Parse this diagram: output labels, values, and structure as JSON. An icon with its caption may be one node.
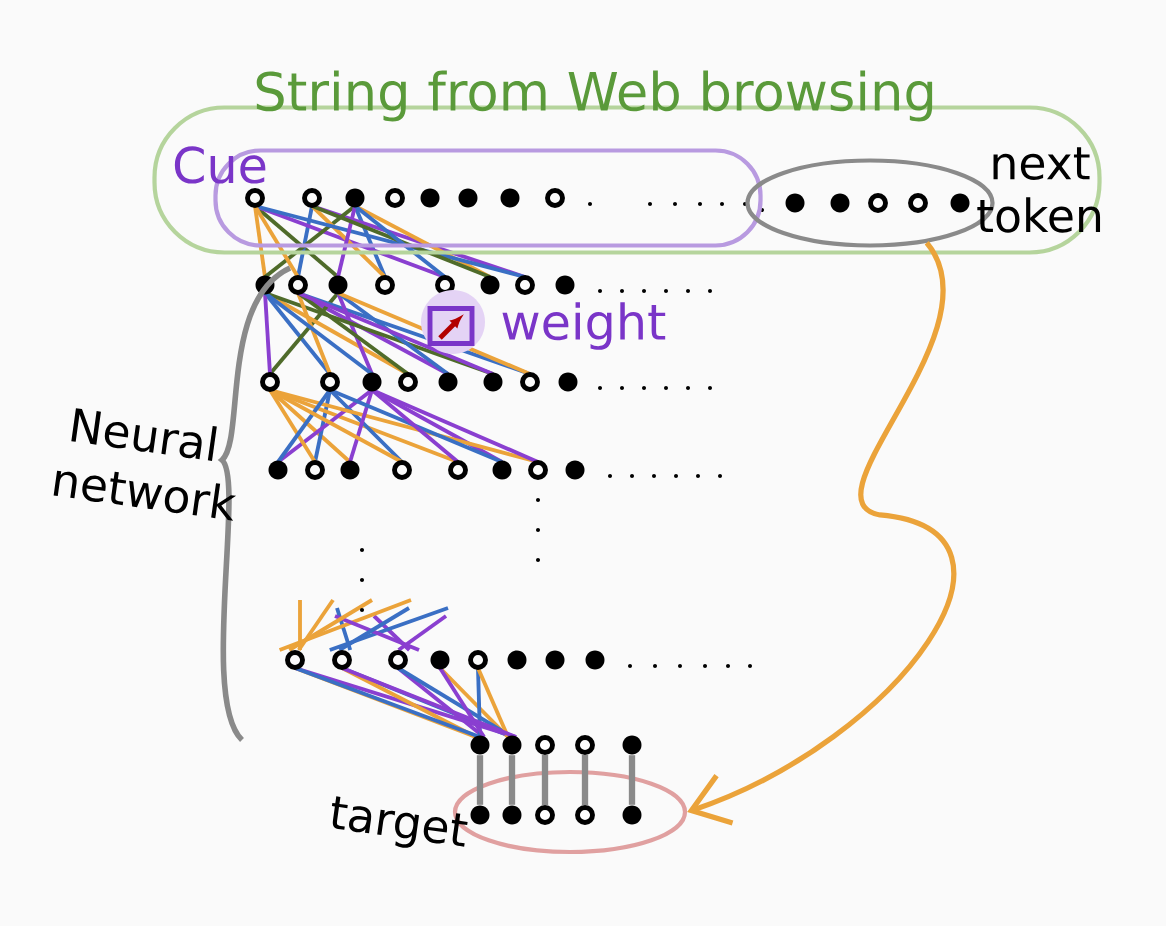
{
  "diagram": {
    "nodes": [
      {
        "text": [
          "String from Web browsing"
        ]
      },
      {
        "text": [
          "Cue"
        ],
        "in": 0
      },
      {
        "text": [
          "next token"
        ],
        "in": 0
      },
      {
        "text": [
          "weight"
        ]
      },
      {
        "text": [
          "target"
        ]
      },
      {
        "text": [],
        "shape": "circle"
      },
      {
        "text": [],
        "shape": "circle"
      },
      {
        "text": [],
        "shape": "circle"
      },
      {
        "text": [],
        "shape": "circle"
      },
      {
        "text": [],
        "shape": "circle"
      },
      {
        "text": [],
        "shape": "circle",
        "in": 4
      },
      {
        "text": [],
        "shape": "circle",
        "in": 4
      },
      {
        "text": [],
        "shape": "circle",
        "in": 4
      },
      {
        "text": [],
        "shape": "circle",
        "in": 4
      },
      {
        "text": [],
        "shape": "circle",
        "in": 4
      }
    ],
    "edges": [
      {
        "from": 2,
        "to": 4,
        "arrow": "to",
        "color": "#eba33a"
      },
      {
        "from": 5,
        "to": 10,
        "arrow": "none"
      },
      {
        "from": 6,
        "to": 11,
        "arrow": "none"
      },
      {
        "from": 7,
        "to": 12,
        "arrow": "none"
      },
      {
        "from": 8,
        "to": 13,
        "arrow": "none"
      },
      {
        "from": 9,
        "to": 14,
        "arrow": "none"
      }
    ],
    "labels": [
      "Neural network"
    ]
  }
}
